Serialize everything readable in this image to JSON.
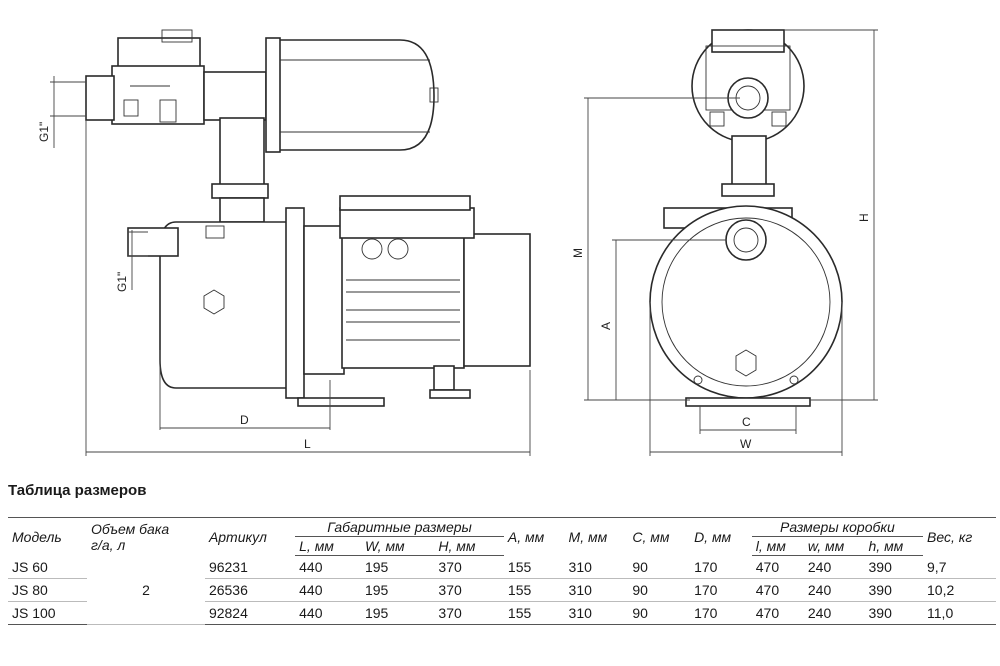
{
  "drawing": {
    "side_view": {
      "labels": {
        "g_upper": "G1\"",
        "g_lower": "G1\"",
        "d": "D",
        "l": "L"
      }
    },
    "front_view": {
      "labels": {
        "m": "M",
        "a": "A",
        "h": "H",
        "c": "C",
        "w": "W"
      }
    }
  },
  "table": {
    "title": "Таблица размеров",
    "headers": {
      "model": "Модель",
      "tank_line1": "Объем бака",
      "tank_line2": "г/а, л",
      "article": "Артикул",
      "overall": "Габаритные размеры",
      "overall_l": "L, мм",
      "overall_w": "W, мм",
      "overall_h": "H, мм",
      "a": "A, мм",
      "m": "M, мм",
      "c": "C, мм",
      "d": "D, мм",
      "box": "Размеры коробки",
      "box_l": "l, мм",
      "box_w": "w, мм",
      "box_h": "h, мм",
      "weight": "Вес, кг"
    },
    "tank_volume_shared": "2",
    "rows": [
      {
        "model": "JS 60",
        "article": "96231",
        "L": "440",
        "W": "195",
        "H": "370",
        "A": "155",
        "M": "310",
        "C": "90",
        "D": "170",
        "l": "470",
        "w": "240",
        "h": "390",
        "weight": "9,7"
      },
      {
        "model": "JS 80",
        "article": "26536",
        "L": "440",
        "W": "195",
        "H": "370",
        "A": "155",
        "M": "310",
        "C": "90",
        "D": "170",
        "l": "470",
        "w": "240",
        "h": "390",
        "weight": "10,2"
      },
      {
        "model": "JS 100",
        "article": "92824",
        "L": "440",
        "W": "195",
        "H": "370",
        "A": "155",
        "M": "310",
        "C": "90",
        "D": "170",
        "l": "470",
        "w": "240",
        "h": "390",
        "weight": "11,0"
      }
    ]
  }
}
